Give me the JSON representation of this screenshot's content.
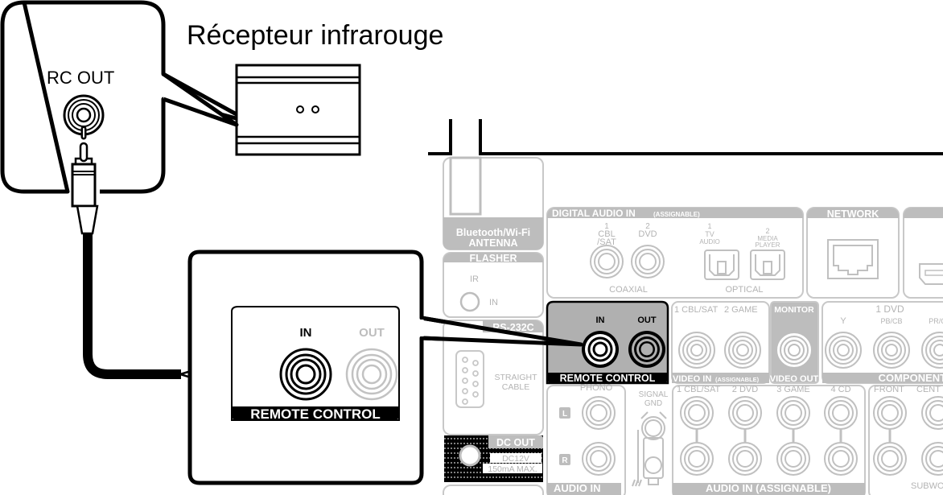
{
  "title": "Récepteur infrarouge",
  "external_device": {
    "jack_label": "RC OUT"
  },
  "zoom_callout": {
    "in_label": "IN",
    "out_label": "OUT",
    "section_label": "REMOTE CONTROL"
  },
  "rear_panel": {
    "antenna_label_1": "Bluetooth/Wi-Fi",
    "antenna_label_2": "ANTENNA",
    "flasher": {
      "header": "FLASHER",
      "ir_label": "IR",
      "in_label": "IN"
    },
    "rs232c": {
      "header": "RS-232C",
      "note_1": "STRAIGHT",
      "note_2": "CABLE"
    },
    "dc_out": {
      "header": "DC OUT",
      "spec_1": "DC12V",
      "spec_2": "150mA MAX."
    },
    "digital_audio_in": {
      "header": "DIGITAL AUDIO IN",
      "header_suffix": "(ASSIGNABLE)",
      "coaxial_label": "COAXIAL",
      "optical_label": "OPTICAL",
      "coax_1_num": "1",
      "coax_1_a": "CBL",
      "coax_1_b": "/SAT",
      "coax_2_num": "2",
      "coax_2_a": "DVD",
      "opt_1_num": "1",
      "opt_1_a": "TV",
      "opt_1_b": "AUDIO",
      "opt_2_num": "2",
      "opt_2_a": "MEDIA",
      "opt_2_b": "PLAYER"
    },
    "network": {
      "header": "NETWORK"
    },
    "remote_control": {
      "in_label": "IN",
      "out_label": "OUT",
      "section_label": "REMOTE CONTROL"
    },
    "video_in": {
      "input_1": "1 CBL/SAT",
      "input_2": "2 GAME",
      "footer": "VIDEO IN",
      "footer_suffix": "(ASSIGNABLE)"
    },
    "video_out": {
      "header": "MONITOR",
      "footer": "VIDEO OUT"
    },
    "component_video": {
      "group": "1 DVD",
      "y": "Y",
      "pb": "PB/CB",
      "pr": "PR/C",
      "footer": "COMPONENT V"
    },
    "audio_in": {
      "header": "PHONO",
      "left": "L",
      "right": "R",
      "signal_gnd_1": "SIGNAL",
      "signal_gnd_2": "GND",
      "footer": "AUDIO IN"
    },
    "audio_in_assignable": {
      "input_1": "1 CBL/SAT",
      "input_2": "2 DVD",
      "input_3": "3 GAME",
      "input_4": "4 CD",
      "footer": "AUDIO IN (ASSIGNABLE)"
    },
    "pre_out": {
      "front": "FRONT",
      "center": "CENT",
      "subwoofer": "SUBWO"
    }
  },
  "colors": {
    "outline": "#000000",
    "panel_gray": "#bdbdbd",
    "highlight_gray": "#b0b0b0"
  }
}
